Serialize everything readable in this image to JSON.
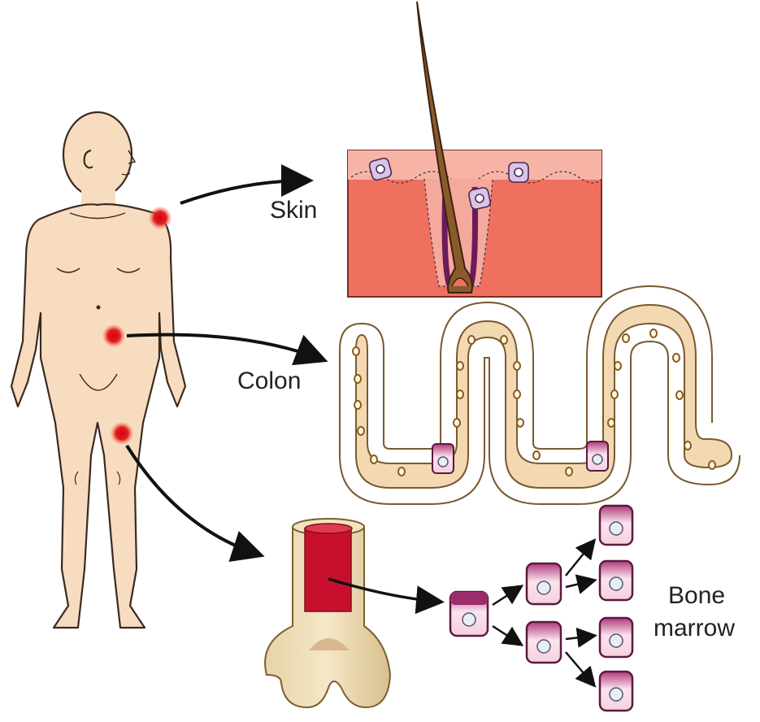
{
  "heading": "",
  "labels": {
    "skin": "Skin",
    "colon": "Colon",
    "bone_marrow_line1": "Bone",
    "bone_marrow_line2": "marrow"
  },
  "colors": {
    "skin_tissue": "#f07060",
    "hair": "#8b5a2b",
    "site_marker": "#e0201a",
    "marrow": "#c8102e",
    "cell_magenta": "#9b2d6a",
    "body": "#f7dcc0",
    "colon_tissue": "#f3d9b1"
  },
  "icons": [
    "human-figure",
    "hair-follicle",
    "colon-fold",
    "femur-bone",
    "stem-cell"
  ]
}
